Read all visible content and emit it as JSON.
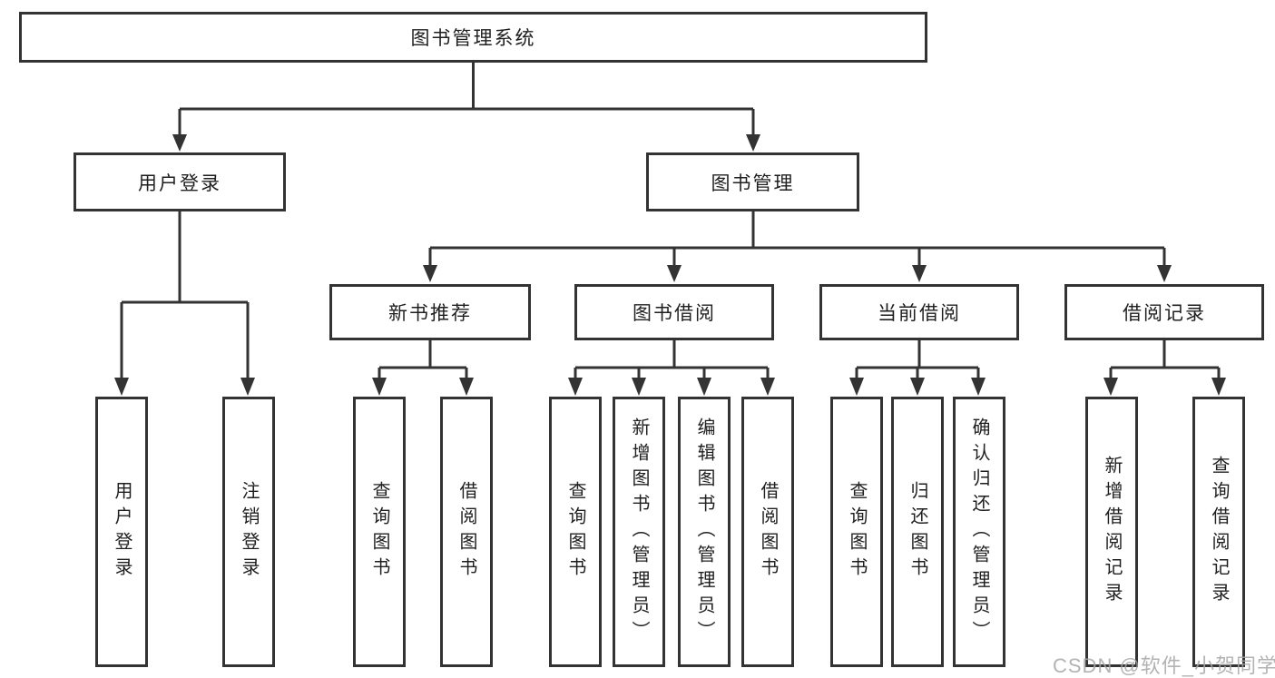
{
  "root": {
    "label": "图书管理系统"
  },
  "branches": {
    "user_login": {
      "label": "用户登录",
      "children": [
        "用户登录",
        "注销登录"
      ]
    },
    "book_mgmt": {
      "label": "图书管理",
      "groups": {
        "new_books": {
          "label": "新书推荐",
          "children": [
            "查询图书",
            "借阅图书"
          ]
        },
        "borrowing": {
          "label": "图书借阅",
          "children": [
            "查询图书",
            "新增图书（管理员）",
            "编辑图书（管理员）",
            "借阅图书"
          ]
        },
        "current": {
          "label": "当前借阅",
          "children": [
            "查询图书",
            "归还图书",
            "确认归还（管理员）"
          ]
        },
        "records": {
          "label": "借阅记录",
          "children": [
            "新增借阅记录",
            "查询借阅记录"
          ]
        }
      }
    }
  },
  "watermark": "CSDN @软件_小贺同学",
  "colors": {
    "line": "#333333",
    "text": "#1f1f1f",
    "watermark": "#a6a6a6"
  }
}
